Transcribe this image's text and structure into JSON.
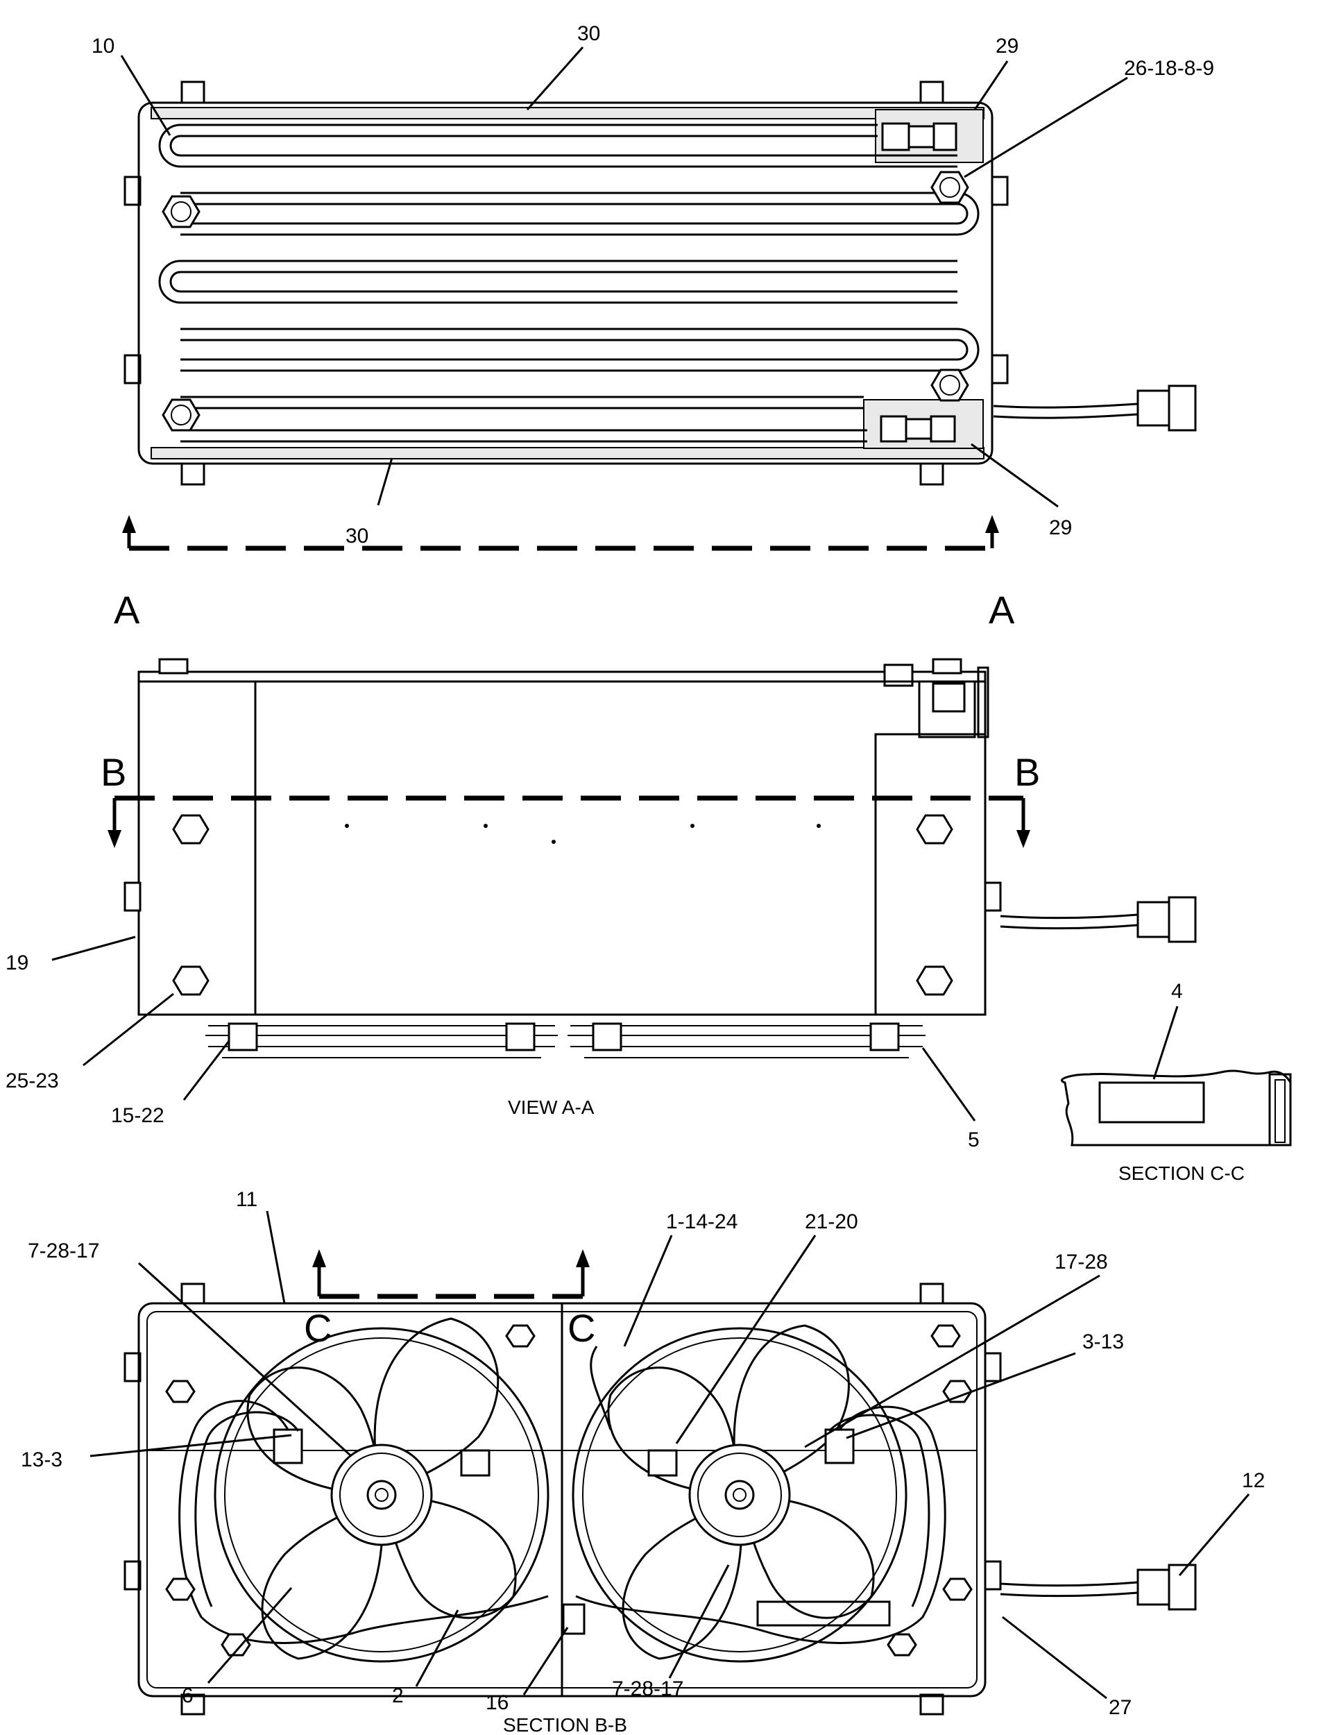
{
  "views": {
    "top": {
      "callouts": [
        "10",
        "30",
        "29",
        "26-18-8-9",
        "30",
        "29"
      ],
      "section_letters": [
        "A",
        "A"
      ]
    },
    "view_aa": {
      "title": "VIEW A-A",
      "section_letters": [
        "B",
        "B"
      ],
      "callouts": [
        "19",
        "25-23",
        "15-22",
        "5"
      ]
    },
    "section_cc": {
      "title": "SECTION C-C",
      "callouts": [
        "4"
      ]
    },
    "section_bb": {
      "title": "SECTION B-B",
      "section_letters": [
        "C",
        "C"
      ],
      "callouts": [
        "11",
        "7-28-17",
        "1-14-24",
        "21-20",
        "17-28",
        "3-13",
        "13-3",
        "12",
        "6",
        "2",
        "16",
        "7-28-17",
        "27"
      ]
    }
  }
}
